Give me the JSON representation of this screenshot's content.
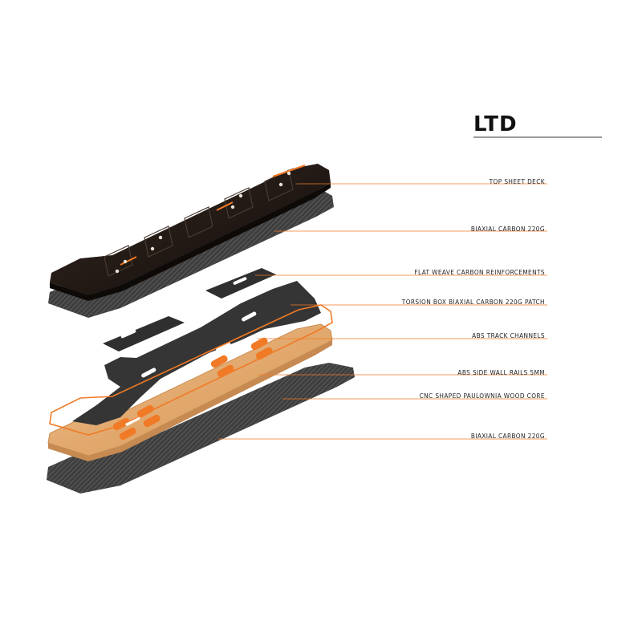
{
  "title": "LTD",
  "layers": [
    {
      "label": "TOP SHEET DECK"
    },
    {
      "label": "BIAXIAL CARBON 220g"
    },
    {
      "label": "FLAT WEAVE CARBON REINFORCEMENTS"
    },
    {
      "label": "TORSION BOX BIAXIAL CARBON 220g PATCH"
    },
    {
      "label": "ABS TRACK CHANNELS"
    },
    {
      "label": "ABS SIDE WALL RAILS 5mm"
    },
    {
      "label": "CNC SHAPED PAULOWNIA WOOD CORE"
    },
    {
      "label": "BIAXIAL CARBON 220g"
    }
  ],
  "colors": {
    "accent": "#f07a26",
    "carbon": "#3c3c3c",
    "wood": "#e8b27a",
    "deck": "#2a1f1a"
  }
}
